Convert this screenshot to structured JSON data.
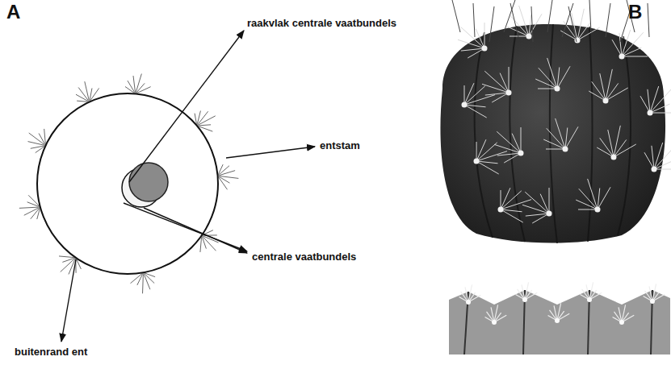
{
  "diagram": {
    "labels": [
      "A",
      "B",
      "raakvlak centrale vaatbundels",
      "entstam",
      "centrale vaatbundels",
      "buitenrand ent"
    ]
  }
}
